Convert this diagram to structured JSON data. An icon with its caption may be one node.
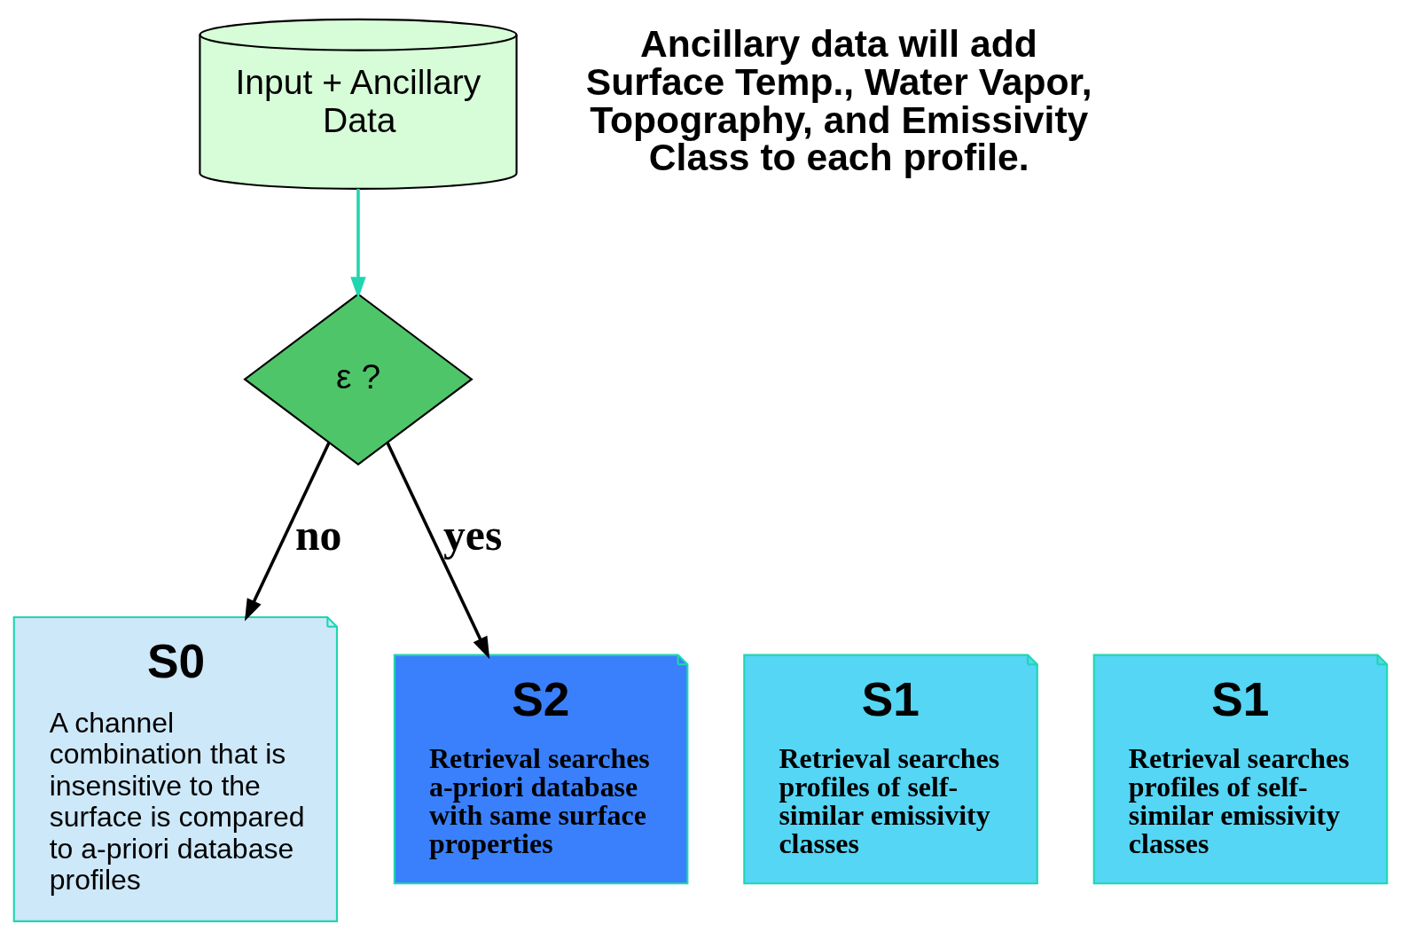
{
  "diagram": {
    "nodes": [
      {
        "text": [
          "Input + Ancillary Data"
        ]
      },
      {
        "text": [
          "ε ?"
        ]
      },
      {
        "text": [
          "S0",
          "A channel combination that is insensitive to the surface is compared to a-priori database profiles"
        ]
      },
      {
        "text": [
          "S1",
          "Retrieval searches profiles of self-similar emissivity classes"
        ]
      },
      {
        "text": [
          "S1",
          "Retrieval searches profiles of self-similar emissivity classes"
        ]
      },
      {
        "text": [
          "S2",
          "Retrieval searches  a-priori database with same surface properties"
        ]
      }
    ],
    "edges": [
      {
        "from": 0,
        "to": 1,
        "arrow": "to",
        "color": "#1fd6b0"
      },
      {
        "from": 1,
        "to": 2,
        "arrow": "to",
        "label": "no"
      },
      {
        "from": 1,
        "to": 5,
        "arrow": "to",
        "label": "yes"
      }
    ],
    "labels": [
      "Ancillary data will add Surface Temp., Water Vapor, Topography, and Emissivity Class to each profile."
    ]
  }
}
